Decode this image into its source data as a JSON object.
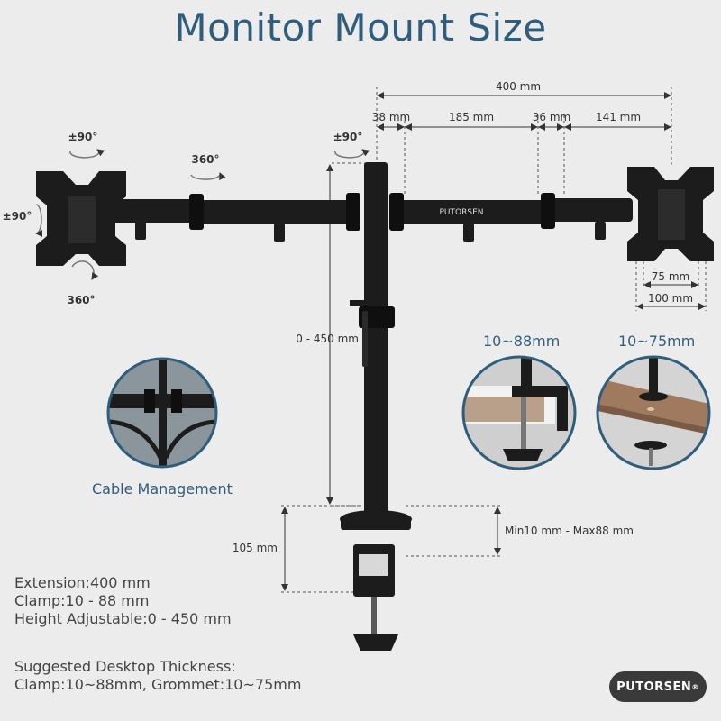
{
  "title": "Monitor Mount Size",
  "dimensions": {
    "total_width": "400 mm",
    "seg1": "38 mm",
    "seg2": "185 mm",
    "seg3": "36 mm",
    "seg4": "141 mm",
    "vesa_small": "75 mm",
    "vesa_large": "100 mm",
    "height_range": "0 - 450 mm",
    "base_height": "105 mm",
    "clamp_range": "Min10 mm - Max88 mm"
  },
  "rotation_labels": {
    "tilt_top": "±90°",
    "swivel_arm": "360°",
    "tilt_left": "±90°",
    "rotate_bottom": "360°",
    "pole_rotate": "±90°"
  },
  "brand_on_arm": "PUTORSEN",
  "insets": {
    "cable": "Cable Management",
    "clamp": "10~88mm",
    "grommet": "10~75mm"
  },
  "specs": {
    "extension": "Extension:400 mm",
    "clamp": "Clamp:10 - 88 mm",
    "height": "Height Adjustable:0 - 450 mm"
  },
  "suggest": {
    "heading": "Suggested Desktop Thickness:",
    "values": "Clamp:10~88mm, Grommet:10~75mm"
  },
  "logo": {
    "text": "PUTORSEN",
    "mark": "®"
  },
  "colors": {
    "title": "#2f5e7d",
    "hardware": "#1c1c1c",
    "background": "#ececec"
  }
}
